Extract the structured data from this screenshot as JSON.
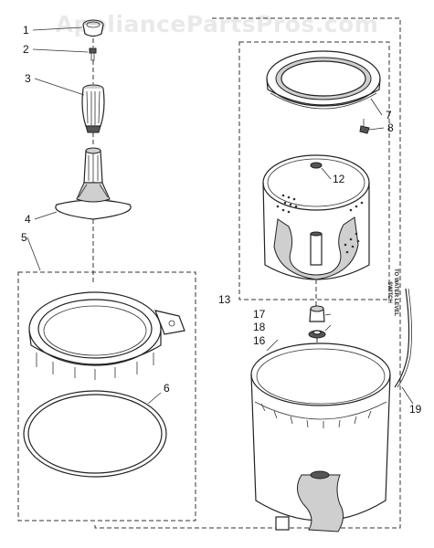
{
  "watermark": "AppliancePartsPros.com",
  "callouts": [
    "1",
    "2",
    "3",
    "4",
    "5",
    "6",
    "7",
    "8",
    "12",
    "13",
    "16",
    "17",
    "18",
    "19"
  ],
  "note": "TO WATER LEVEL SWITCH"
}
